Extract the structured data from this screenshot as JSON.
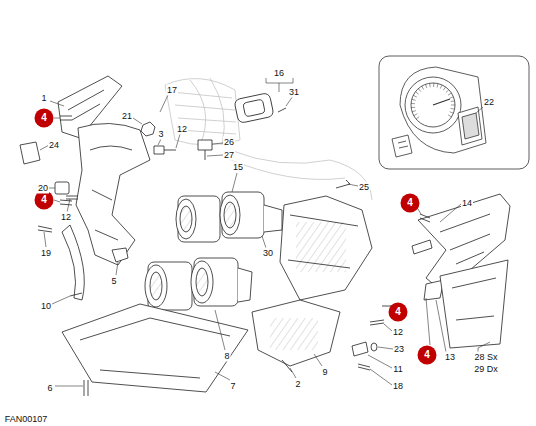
{
  "diagram": {
    "nodes": [
      {
        "text": [
          "22"
        ]
      },
      {
        "text": [
          "4"
        ]
      },
      {
        "text": [
          "4"
        ]
      },
      {
        "text": [
          "4"
        ]
      },
      {
        "text": [
          "4"
        ]
      },
      {
        "text": [
          "4"
        ]
      }
    ],
    "labels": [
      "1",
      "17",
      "21",
      "3",
      "12",
      "26",
      "27",
      "16",
      "31",
      "24",
      "20",
      "12",
      "19",
      "5",
      "10",
      "6",
      "15",
      "30",
      "25",
      "14",
      "8",
      "7",
      "2",
      "9",
      "12",
      "23",
      "11",
      "18",
      "13",
      "28 Sx",
      "29 Dx",
      "FAN00107"
    ]
  }
}
